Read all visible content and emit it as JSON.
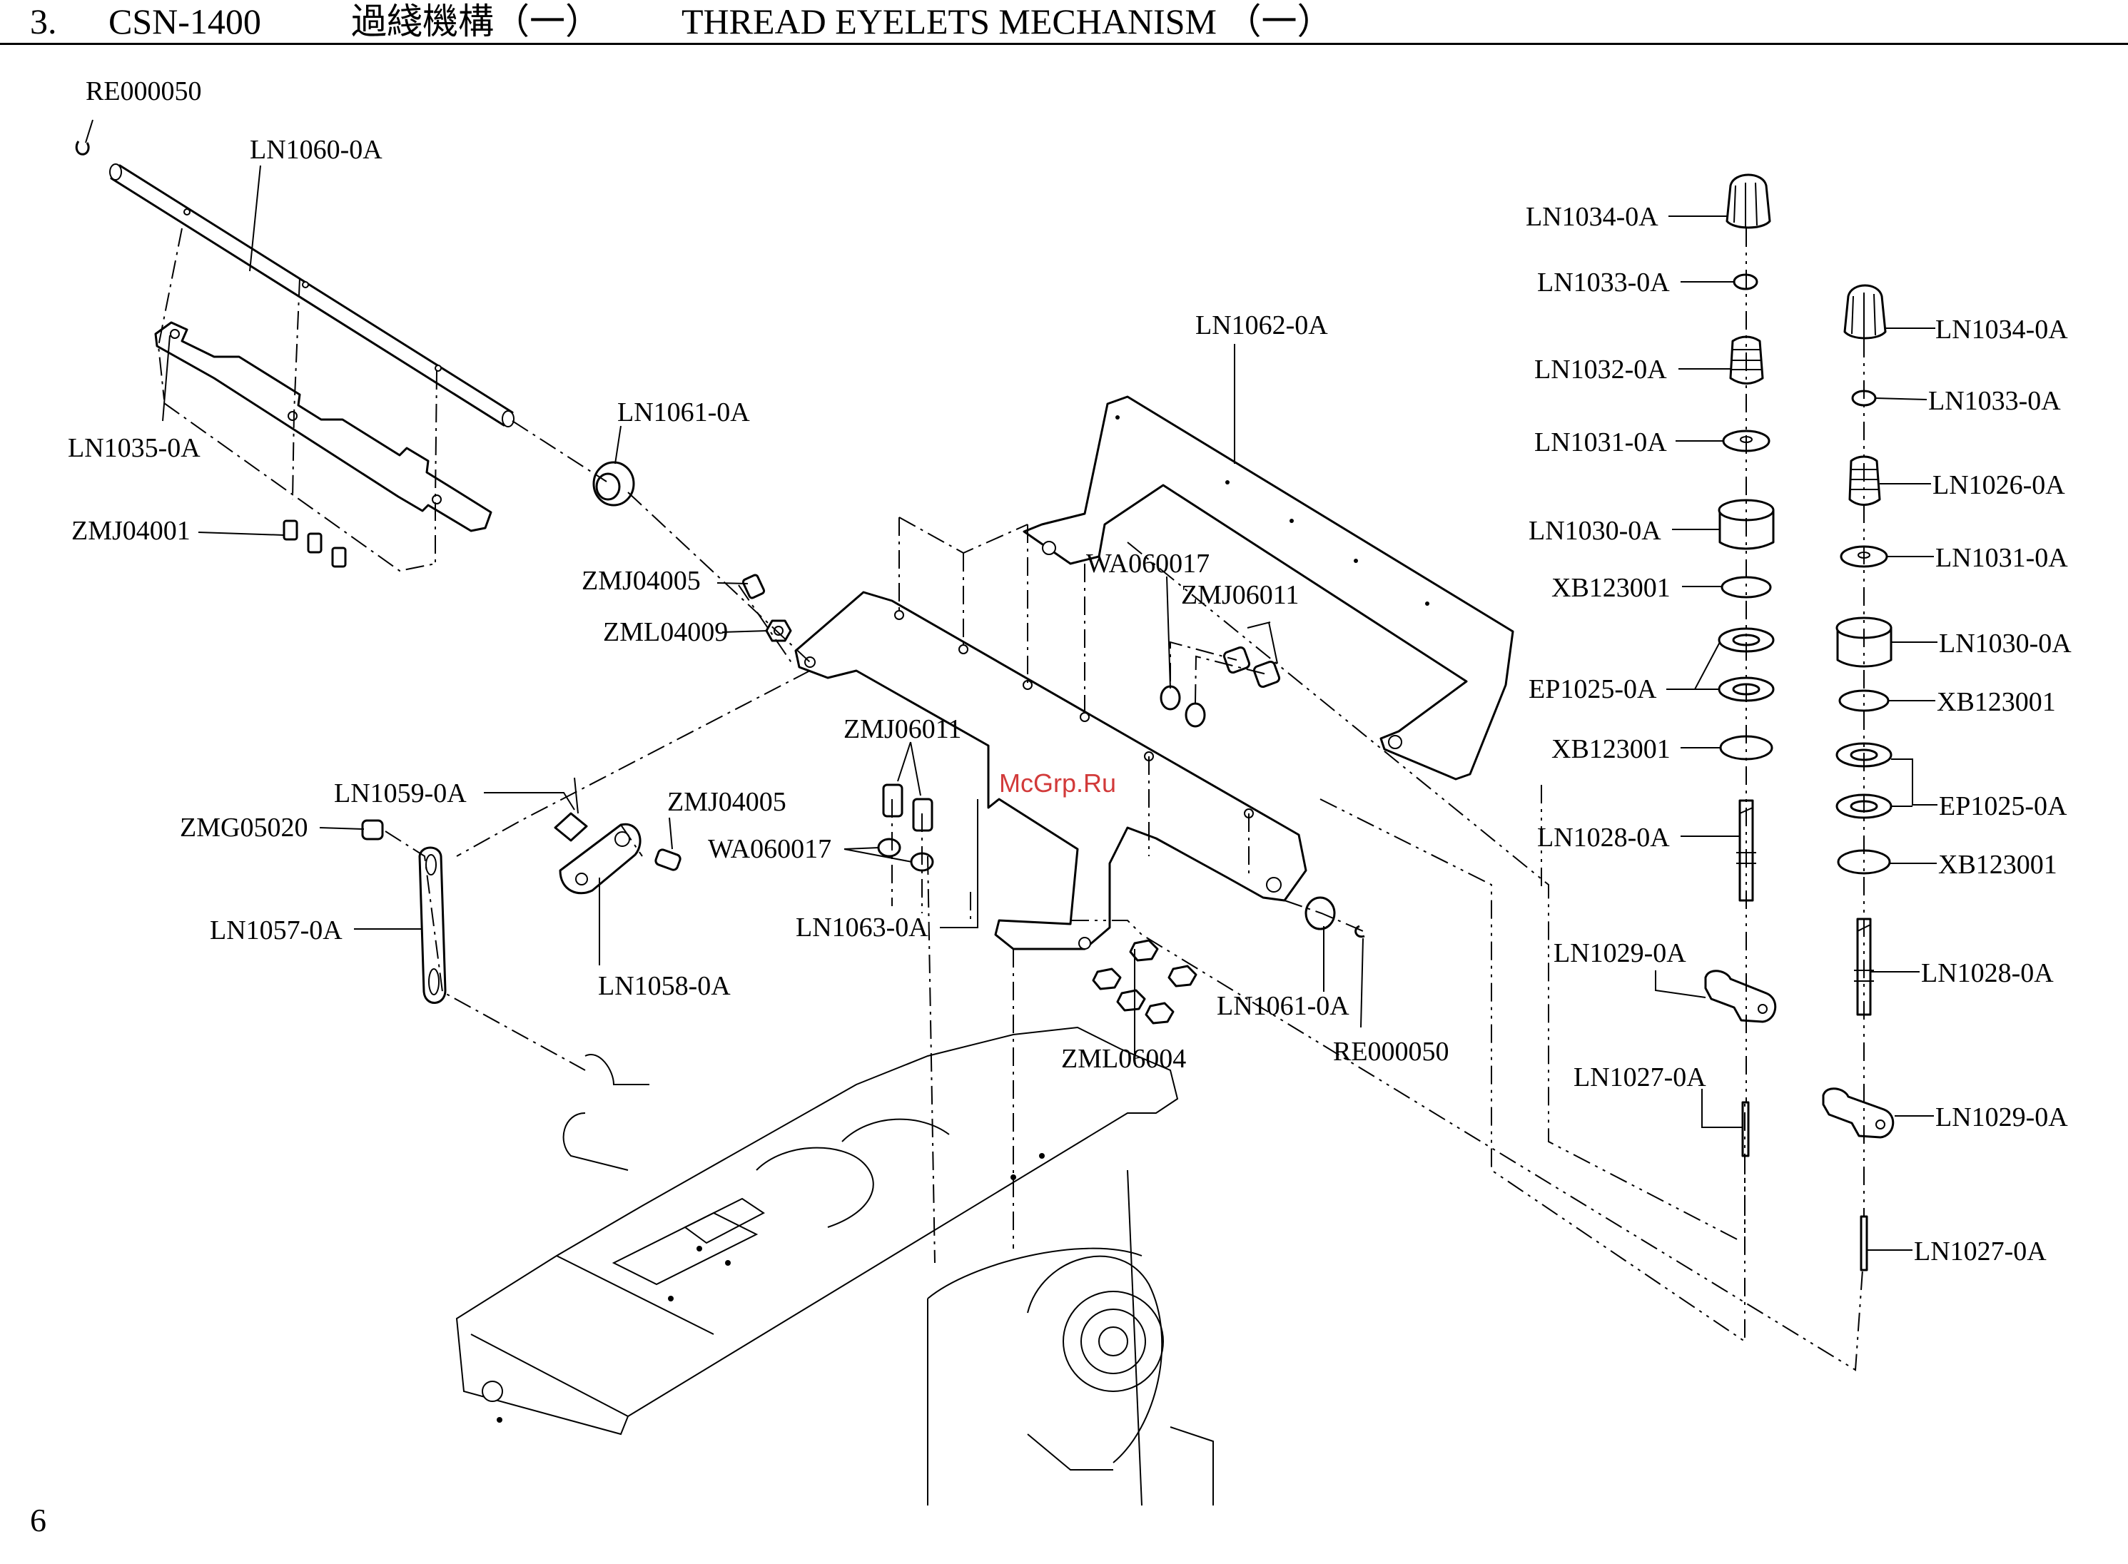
{
  "header": {
    "section_number": "3.",
    "model": "CSN-1400",
    "title_zh": "過綫機構（一）",
    "title_en": "THREAD EYELETS MECHANISM （一）"
  },
  "page_number": "6",
  "watermark": "McGrp.Ru",
  "part_labels": [
    "RE000050",
    "LN1060-0A",
    "LN1035-0A",
    "ZMJ04001",
    "LN1061-0A",
    "LN1062-0A",
    "ZMJ04005",
    "ZML04009",
    "WA060017",
    "ZMJ06011",
    "ZMJ06011",
    "LN1059-0A",
    "ZMG05020",
    "ZMJ04005",
    "WA060017",
    "LN1057-0A",
    "LN1058-0A",
    "LN1063-0A",
    "ZML06004",
    "LN1061-0A",
    "RE000050",
    "LN1034-0A",
    "LN1033-0A",
    "LN1032-0A",
    "LN1031-0A",
    "LN1030-0A",
    "XB123001",
    "EP1025-0A",
    "XB123001",
    "LN1028-0A",
    "LN1029-0A",
    "LN1027-0A",
    "LN1034-0A",
    "LN1033-0A",
    "LN1026-0A",
    "LN1031-0A",
    "LN1030-0A",
    "XB123001",
    "EP1025-0A",
    "XB123001",
    "LN1028-0A",
    "LN1029-0A",
    "LN1027-0A"
  ],
  "colors": {
    "ink": "#000000",
    "watermark": "#d23a3a"
  }
}
